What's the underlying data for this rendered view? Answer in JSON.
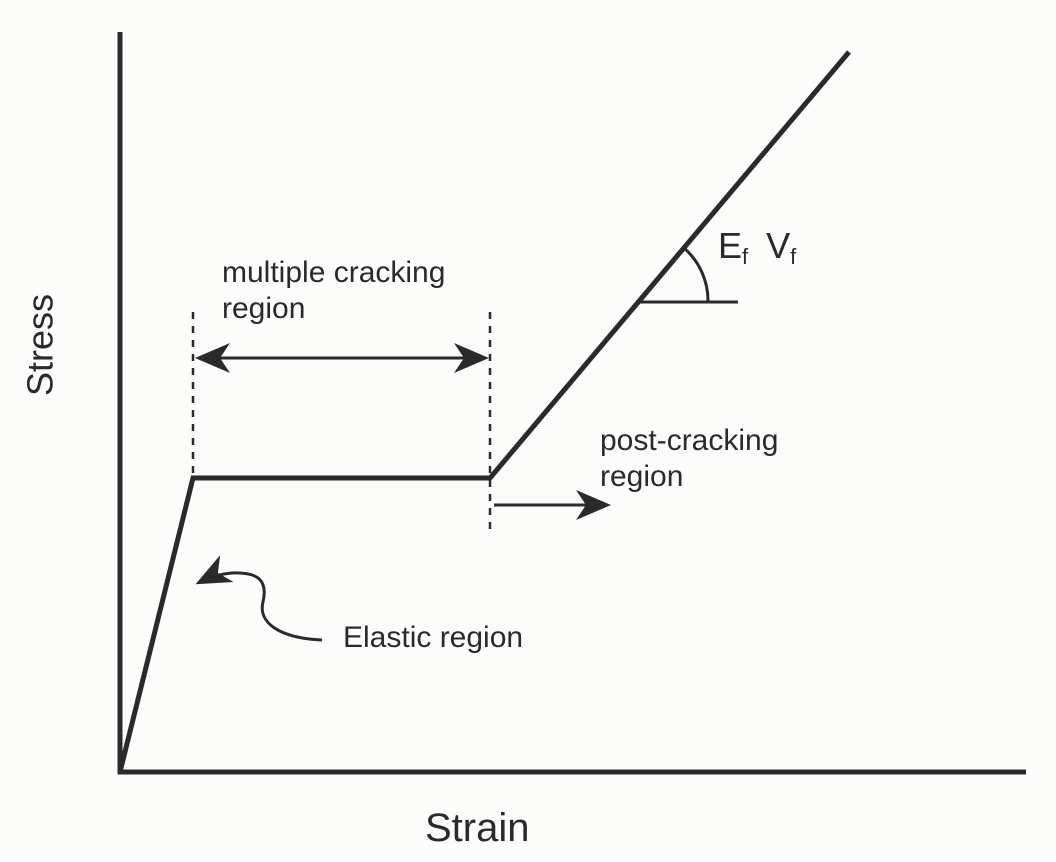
{
  "axes": {
    "x_label": "Strain",
    "y_label": "Stress"
  },
  "regions": {
    "multiple_cracking_line1": "multiple cracking",
    "multiple_cracking_line2": "region",
    "post_cracking_line1": "post-cracking",
    "post_cracking_line2": "region",
    "elastic": "Elastic region"
  },
  "slope": {
    "e_main": "E",
    "e_sub": "f",
    "v_main": "V",
    "v_sub": "f"
  },
  "colors": {
    "ink": "#2a2a2a",
    "background": "#fcfcfb"
  }
}
